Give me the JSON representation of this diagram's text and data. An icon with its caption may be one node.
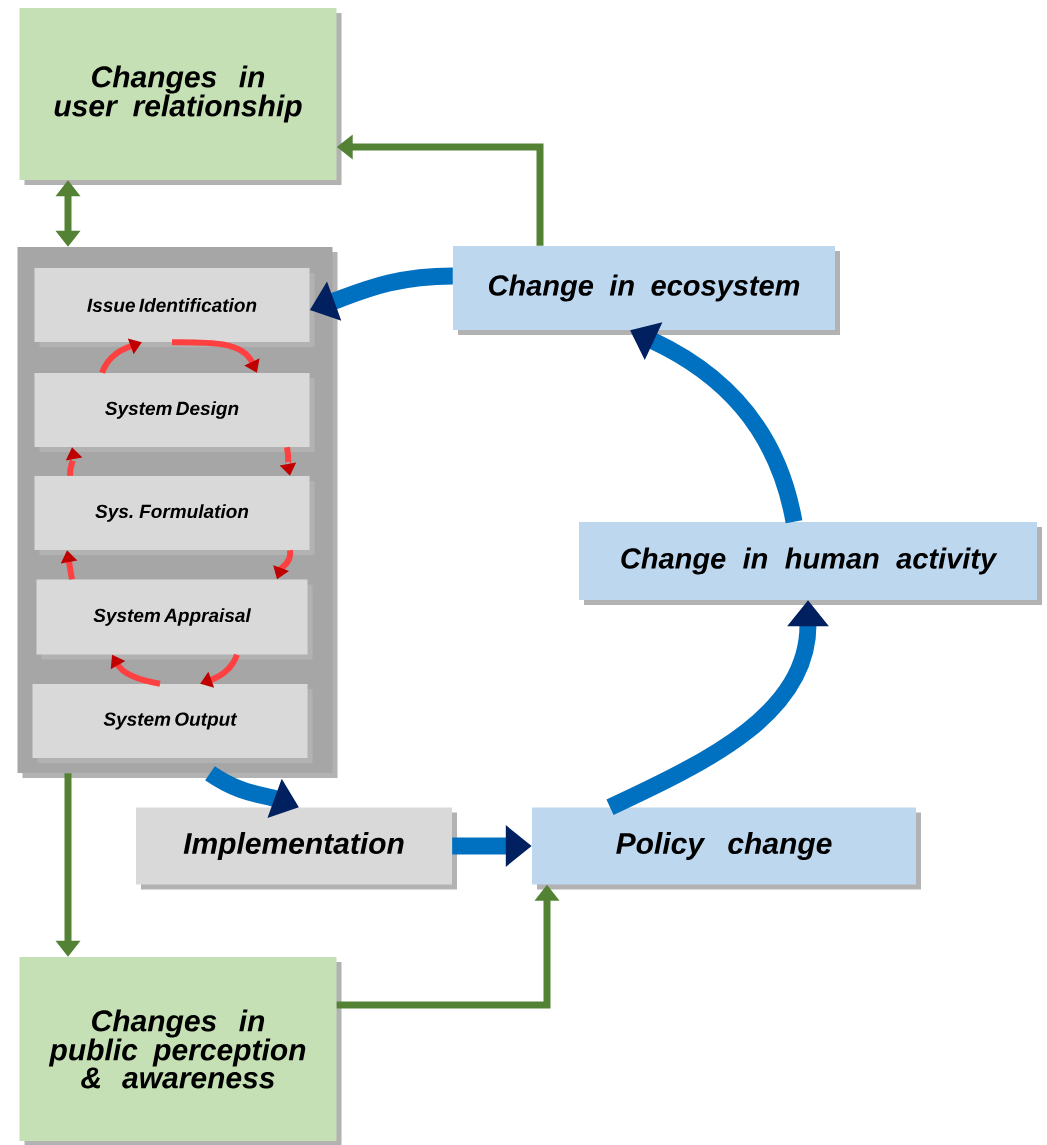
{
  "diagram": {
    "nodes": [
      {
        "text": [
          "Changes in user relationship"
        ]
      },
      {
        "text": [],
        "shape": "box"
      },
      {
        "text": [
          "Issue Identification"
        ],
        "in": 1
      },
      {
        "text": [
          "System Design"
        ],
        "in": 1
      },
      {
        "text": [
          "Sys. Formulation"
        ],
        "in": 1
      },
      {
        "text": [
          "System Appraisal"
        ],
        "in": 1
      },
      {
        "text": [
          "System Output"
        ],
        "in": 1
      },
      {
        "text": [
          "Implementation"
        ]
      },
      {
        "text": [
          "Policy change"
        ]
      },
      {
        "text": [
          "Change in human activity"
        ]
      },
      {
        "text": [
          "Change in ecosystem"
        ]
      },
      {
        "text": [
          "Changes in public perception & awareness"
        ]
      }
    ],
    "edges": [
      {
        "from": 0,
        "to": 1,
        "arrow": "both",
        "color": "#548235"
      },
      {
        "from": 10,
        "to": 0,
        "arrow": "to",
        "color": "#548235"
      },
      {
        "from": 1,
        "to": 11,
        "arrow": "to",
        "color": "#548235"
      },
      {
        "from": 11,
        "to": 8,
        "arrow": "to",
        "color": "#548235"
      },
      {
        "from": 1,
        "to": 7,
        "arrow": "to",
        "style": "thick",
        "color": "#0070c0"
      },
      {
        "from": 7,
        "to": 8,
        "arrow": "to",
        "style": "thick",
        "color": "#0070c0"
      },
      {
        "from": 8,
        "to": 9,
        "arrow": "to",
        "style": "thick",
        "color": "#0070c0"
      },
      {
        "from": 9,
        "to": 10,
        "arrow": "to",
        "style": "thick",
        "color": "#0070c0"
      },
      {
        "from": 10,
        "to": 2,
        "arrow": "to",
        "style": "thick",
        "color": "#0070c0"
      },
      {
        "from": 2,
        "to": 3,
        "arrow": "to",
        "color": "#ff4040"
      },
      {
        "from": 3,
        "to": 4,
        "arrow": "to",
        "color": "#ff4040"
      },
      {
        "from": 4,
        "to": 5,
        "arrow": "to",
        "color": "#ff4040"
      },
      {
        "from": 5,
        "to": 6,
        "arrow": "to",
        "color": "#ff4040"
      },
      {
        "from": 6,
        "to": 5,
        "arrow": "to",
        "color": "#ff4040"
      },
      {
        "from": 5,
        "to": 4,
        "arrow": "to",
        "color": "#ff4040"
      },
      {
        "from": 4,
        "to": 3,
        "arrow": "to",
        "color": "#ff4040"
      },
      {
        "from": 3,
        "to": 2,
        "arrow": "to",
        "color": "#ff4040"
      }
    ]
  }
}
